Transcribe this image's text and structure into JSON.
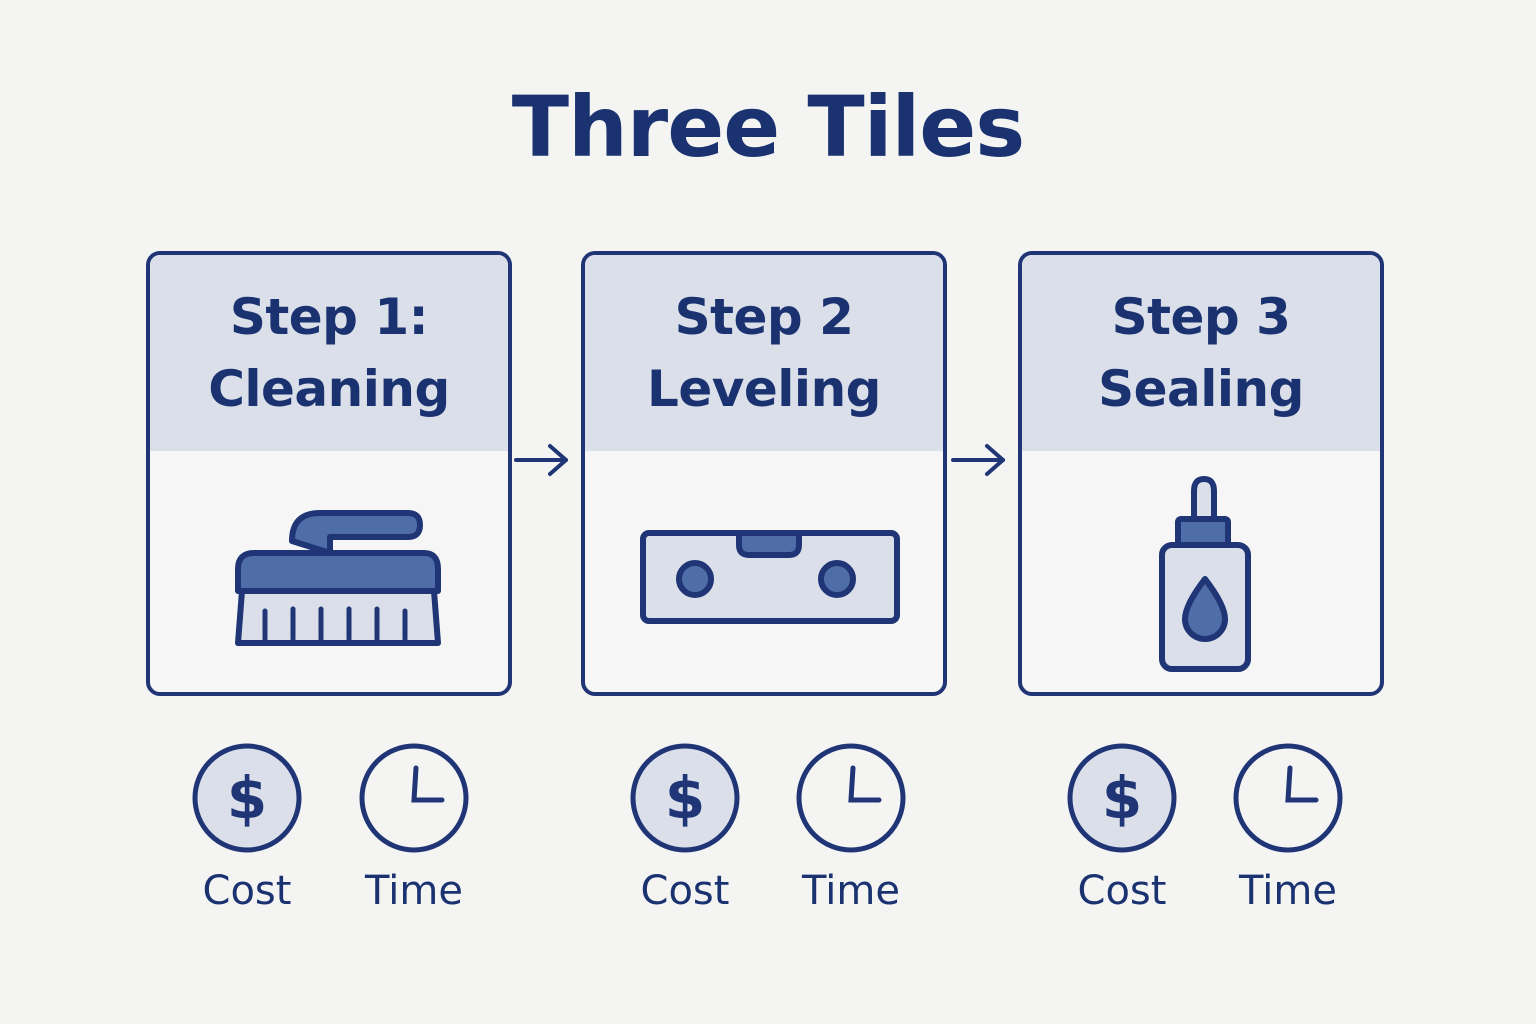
{
  "title": "Three Tiles",
  "colors": {
    "navy": "#1f3575",
    "header_fill": "#dbdfea",
    "icon_fill": "#4f6ea8",
    "background": "#f4f4f3"
  },
  "steps": [
    {
      "line1": "Step 1:",
      "line2": "Cleaning",
      "icon": "scrub-brush-icon",
      "cost_label": "Cost",
      "time_label": "Time"
    },
    {
      "line1": "Step 2",
      "line2": "Leveling",
      "icon": "spirit-level-icon",
      "cost_label": "Cost",
      "time_label": "Time"
    },
    {
      "line1": "Step 3",
      "line2": "Sealing",
      "icon": "sealant-bottle-icon",
      "cost_label": "Cost",
      "time_label": "Time"
    }
  ],
  "connectors": [
    "arrow-right",
    "arrow-right"
  ]
}
